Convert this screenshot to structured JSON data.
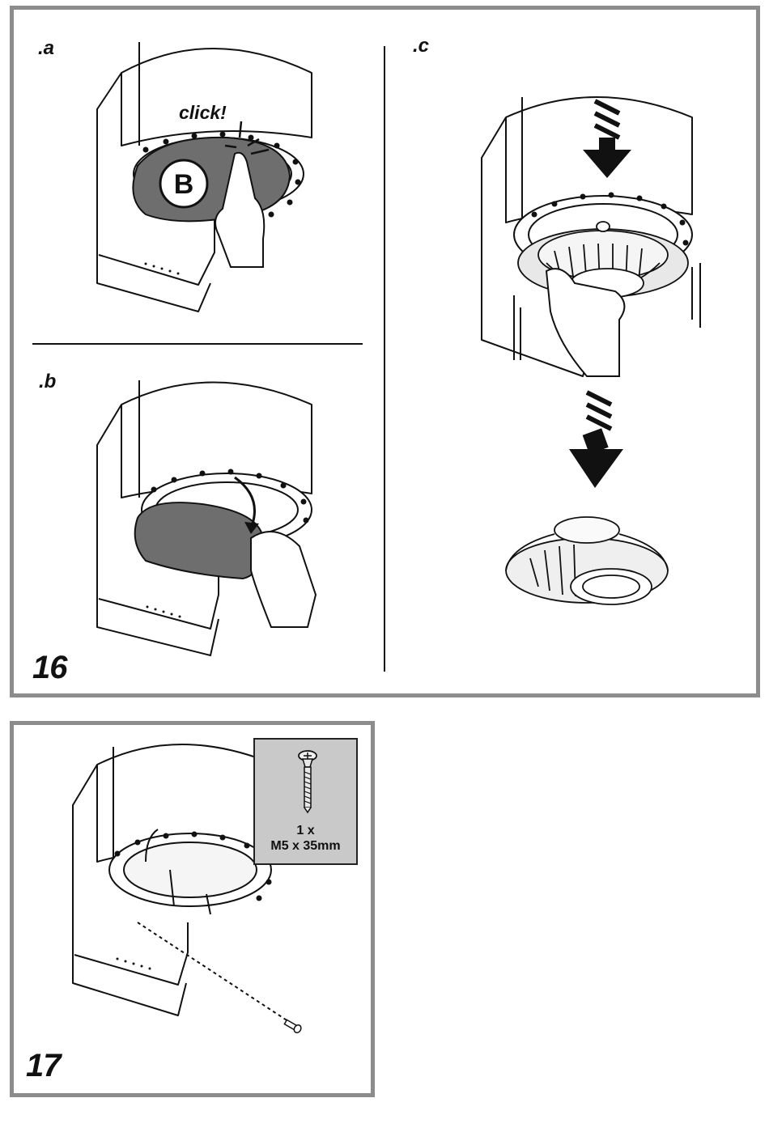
{
  "figure16": {
    "number": "16",
    "step_a": {
      "label": ".a",
      "click_text": "click!",
      "part_badge": "B"
    },
    "step_b": {
      "label": ".b"
    },
    "step_c": {
      "label": ".c"
    }
  },
  "figure17": {
    "number": "17",
    "screw": {
      "quantity": "1 x",
      "size": "M5 x 35mm"
    }
  },
  "colors": {
    "panel_border": "#8c8c8c",
    "filter_fill": "#6e6e6e",
    "screw_box_fill": "#c9c9c9",
    "line": "#111111"
  },
  "icons": [
    "cooker-hood-chimney-drawing",
    "grease-filter",
    "motor-fan-unit",
    "hand",
    "arrow-down-icon",
    "screw-icon"
  ]
}
